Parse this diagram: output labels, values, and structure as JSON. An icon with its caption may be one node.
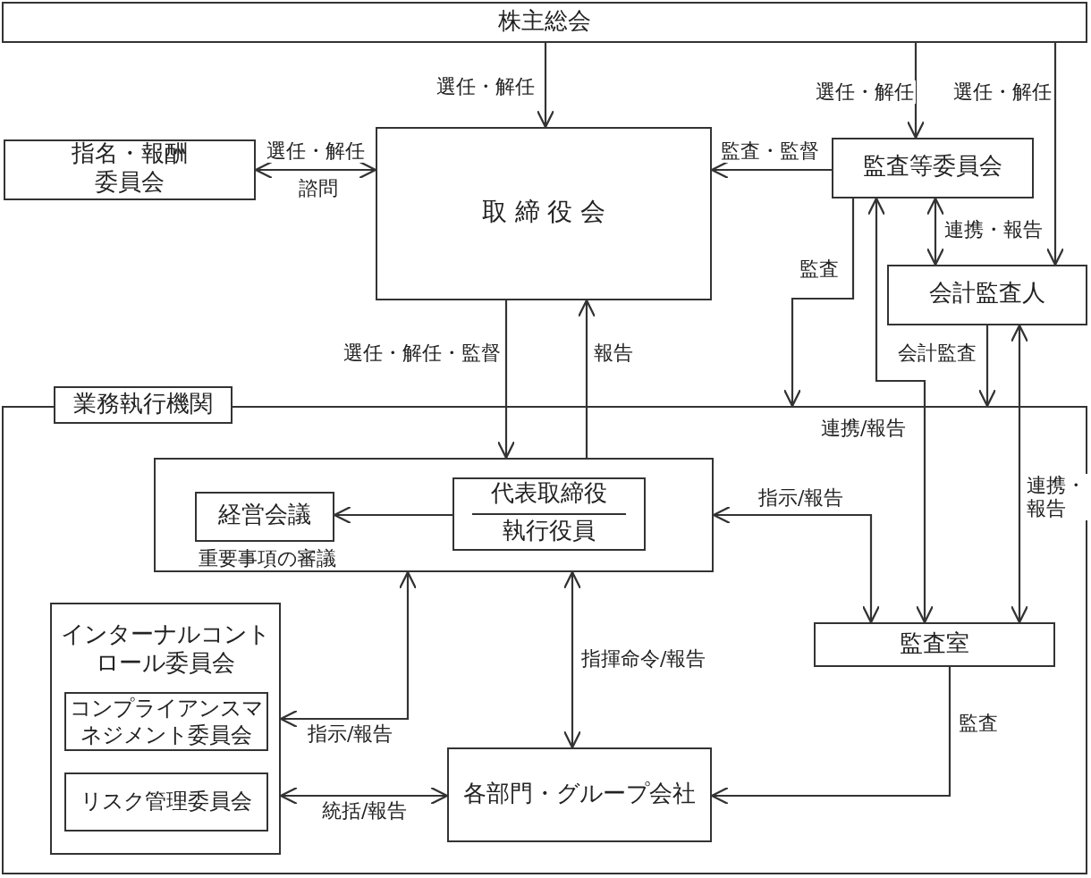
{
  "diagram": {
    "nodes": [
      {
        "text": [
          "株主総会"
        ]
      },
      {
        "text": [
          "指名・報酬委員会"
        ]
      },
      {
        "text": [
          "取 締 役 会"
        ]
      },
      {
        "text": [
          "監査等委員会"
        ]
      },
      {
        "text": [
          "会計監査人"
        ]
      },
      {
        "text": [
          "業務執行機関"
        ]
      },
      {
        "text": [],
        "shape": "box",
        "in": 5
      },
      {
        "text": [
          "経営会議"
        ],
        "in": 6,
        "beside": [
          "重要事項の審議"
        ]
      },
      {
        "text": [
          "代表取締役",
          "執行役員"
        ],
        "in": 6
      },
      {
        "text": [
          "インターナルコントロール委員会"
        ],
        "in": 5
      },
      {
        "text": [
          "コンプライアンスマネジメント委員会"
        ],
        "in": 9
      },
      {
        "text": [
          "リスク管理委員会"
        ],
        "in": 9
      },
      {
        "text": [
          "各部門・グループ会社"
        ],
        "in": 5
      },
      {
        "text": [
          "監査室"
        ],
        "in": 5
      }
    ],
    "edges": [
      {
        "from": 0,
        "to": 2,
        "arrow": "to",
        "label": "選任・解任"
      },
      {
        "from": 0,
        "to": 3,
        "arrow": "to",
        "label": "選任・解任"
      },
      {
        "from": 0,
        "to": 4,
        "arrow": "to",
        "label": "選任・解任"
      },
      {
        "from": 1,
        "to": 2,
        "arrow": "both",
        "label": "選任・解任"
      },
      {
        "from": 3,
        "to": 2,
        "arrow": "to",
        "label": "監査・監督"
      },
      {
        "from": 3,
        "to": 4,
        "arrow": "both",
        "label": "連携・報告"
      },
      {
        "from": 3,
        "to": 5,
        "arrow": "to",
        "label": "監査"
      },
      {
        "from": 2,
        "to": 6,
        "arrow": "to",
        "label": "選任・解任・監督"
      },
      {
        "from": 6,
        "to": 2,
        "arrow": "to",
        "label": "報告"
      },
      {
        "from": 4,
        "to": 5,
        "arrow": "to",
        "label": "会計監査"
      },
      {
        "from": 3,
        "to": 13,
        "arrow": "both",
        "label": "連携/報告"
      },
      {
        "from": 4,
        "to": 13,
        "arrow": "both",
        "label": "連携・報告"
      },
      {
        "from": 6,
        "to": 13,
        "arrow": "both",
        "label": "指示/報告"
      },
      {
        "from": 9,
        "to": 6,
        "arrow": "both",
        "label": "指示/報告"
      },
      {
        "from": 6,
        "to": 12,
        "arrow": "both",
        "label": "指揮命令/報告"
      },
      {
        "from": 9,
        "to": 12,
        "arrow": "both",
        "label": "統括/報告"
      },
      {
        "from": 13,
        "to": 12,
        "arrow": "to",
        "label": "監査"
      },
      {
        "from": 8,
        "to": 7,
        "arrow": "to"
      }
    ],
    "labels": [
      "諮問"
    ]
  }
}
